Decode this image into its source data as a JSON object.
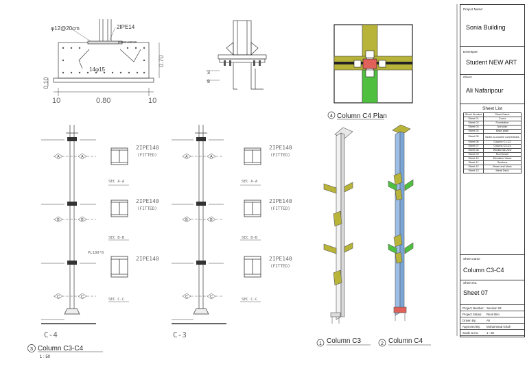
{
  "detail": {
    "dim_bars": "φ12@20cm",
    "beam_label": "2IPE14",
    "plate_label": "pl400*400*20",
    "anchor_label": "14φ15",
    "dim_070": "0.70",
    "dim_010": "0.10",
    "dim_080": "0.80",
    "dim_10a": "10",
    "dim_10b": "10",
    "elev_3": "3",
    "elev_8": "8"
  },
  "plan_caption": {
    "num": "4",
    "title": "Column C4 Plan"
  },
  "elevations": {
    "left_name": "C-4",
    "right_name": "C-3",
    "markers": [
      "A",
      "B",
      "C"
    ],
    "caption_num": "3",
    "caption_title": "Column C3-C4",
    "caption_scale": "1 : 50"
  },
  "sections": {
    "ipe": "2IPE140",
    "fitted": "(FITTED)",
    "sec_a": "SEC A-A",
    "sec_b": "SEC B-B",
    "sec_c": "SEC C-C",
    "plate_tag": "PL180*8"
  },
  "iso": {
    "c3_num": "1",
    "c3_title": "Column C3",
    "c4_num": "2",
    "c4_title": "Column C4"
  },
  "title_block": {
    "project_name_label": "Project Name:",
    "project_name": "Sonia Building",
    "developer_label": "Developer:",
    "developer": "Student NEW ART",
    "client_label": "Client:",
    "client": "Ali Nafaripour",
    "sheet_list_title": "Sheet List",
    "sheet_list_headers": [
      "Sheet Number",
      "Sheet Name"
    ],
    "sheet_list": [
      [
        "Sheet 01",
        "Cover"
      ],
      [
        "Sheet 02",
        "Foundation"
      ],
      [
        "Sheet 03",
        "Axe plan"
      ],
      [
        "Sheet 04",
        "Base plate"
      ],
      [
        "Sheet 05",
        "Beam-to-column connections"
      ],
      [
        "Sheet 06",
        "Column C1-C2"
      ],
      [
        "Sheet 07",
        "Column C3-C4"
      ],
      [
        "Sheet 08",
        "Windbreak view"
      ],
      [
        "Sheet 09",
        "Roof beam"
      ],
      [
        "Sheet 10",
        "Elevation Views"
      ],
      [
        "Sheet 11",
        "Sections"
      ],
      [
        "Sheet 12",
        "Beam and block"
      ],
      [
        "Sheet 13",
        "Metal Deck"
      ]
    ],
    "sheet_name_label": "Sheet name",
    "sheet_name": "Column C3-C4",
    "sheet_no_label": "Sheet No.",
    "sheet_no": "Sheet 07",
    "info": [
      [
        "Project Number:",
        "Session 04"
      ],
      [
        "Project Status:",
        "Revit Bim"
      ],
      [
        "Drawn By:",
        "Ali"
      ],
      [
        "Approved By:",
        "Mohammad Ghali"
      ],
      [
        "Scale at A1:",
        "1 : 50"
      ]
    ]
  },
  "colors": {
    "olive": "#b8b43a",
    "green": "#4fbf3f",
    "red": "#e0605a",
    "steel": "#7aa6d8"
  }
}
